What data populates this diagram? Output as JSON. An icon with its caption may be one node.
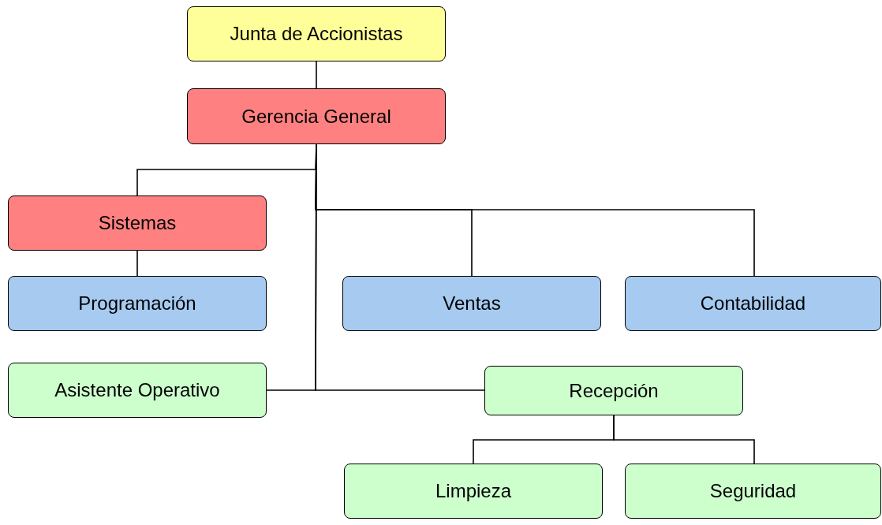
{
  "diagram": {
    "nodes": [
      {
        "text": [
          "Junta de Accionistas"
        ]
      },
      {
        "text": [
          "Gerencia General"
        ]
      },
      {
        "text": [
          "Sistemas"
        ]
      },
      {
        "text": [
          "Programación"
        ]
      },
      {
        "text": [
          "Ventas"
        ]
      },
      {
        "text": [
          "Contabilidad"
        ]
      },
      {
        "text": [
          "Asistente Operativo"
        ]
      },
      {
        "text": [
          "Recepción"
        ]
      },
      {
        "text": [
          "Limpieza"
        ]
      },
      {
        "text": [
          "Seguridad"
        ]
      }
    ],
    "edges": [
      {
        "from": 0,
        "to": 1,
        "arrow": "none"
      },
      {
        "from": 1,
        "to": 2,
        "arrow": "none"
      },
      {
        "from": 1,
        "to": 4,
        "arrow": "none"
      },
      {
        "from": 1,
        "to": 5,
        "arrow": "none"
      },
      {
        "from": 1,
        "to": 6,
        "arrow": "none"
      },
      {
        "from": 1,
        "to": 7,
        "arrow": "none"
      },
      {
        "from": 2,
        "to": 3,
        "arrow": "none"
      },
      {
        "from": 7,
        "to": 8,
        "arrow": "none"
      },
      {
        "from": 7,
        "to": 9,
        "arrow": "none"
      }
    ]
  }
}
